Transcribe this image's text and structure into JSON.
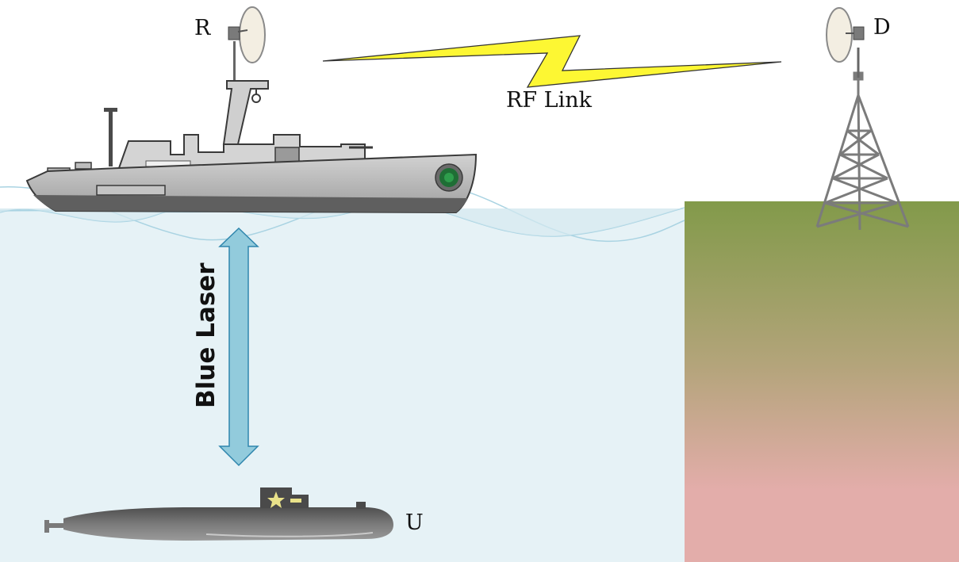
{
  "labels": {
    "relay": "R",
    "destination": "D",
    "underwater": "U",
    "rf_link": "RF Link",
    "blue_laser": "Blue Laser"
  },
  "colors": {
    "water": "#e6f2f6",
    "wave_line": "#a9d3e2",
    "land_top": "#829a4a",
    "land_mid": "#b3a47a",
    "land_bottom": "#e3adaa",
    "rf_bolt_fill": "#fdf733",
    "laser_arrow_fill": "#92cbdc",
    "laser_arrow_stroke": "#2f86ad",
    "ship_hull": "#bdbdbd",
    "ship_dark": "#5f5f5f",
    "submarine": "#6d6d6d",
    "tower": "#7b7b7b",
    "dish": "#f3eee2"
  }
}
